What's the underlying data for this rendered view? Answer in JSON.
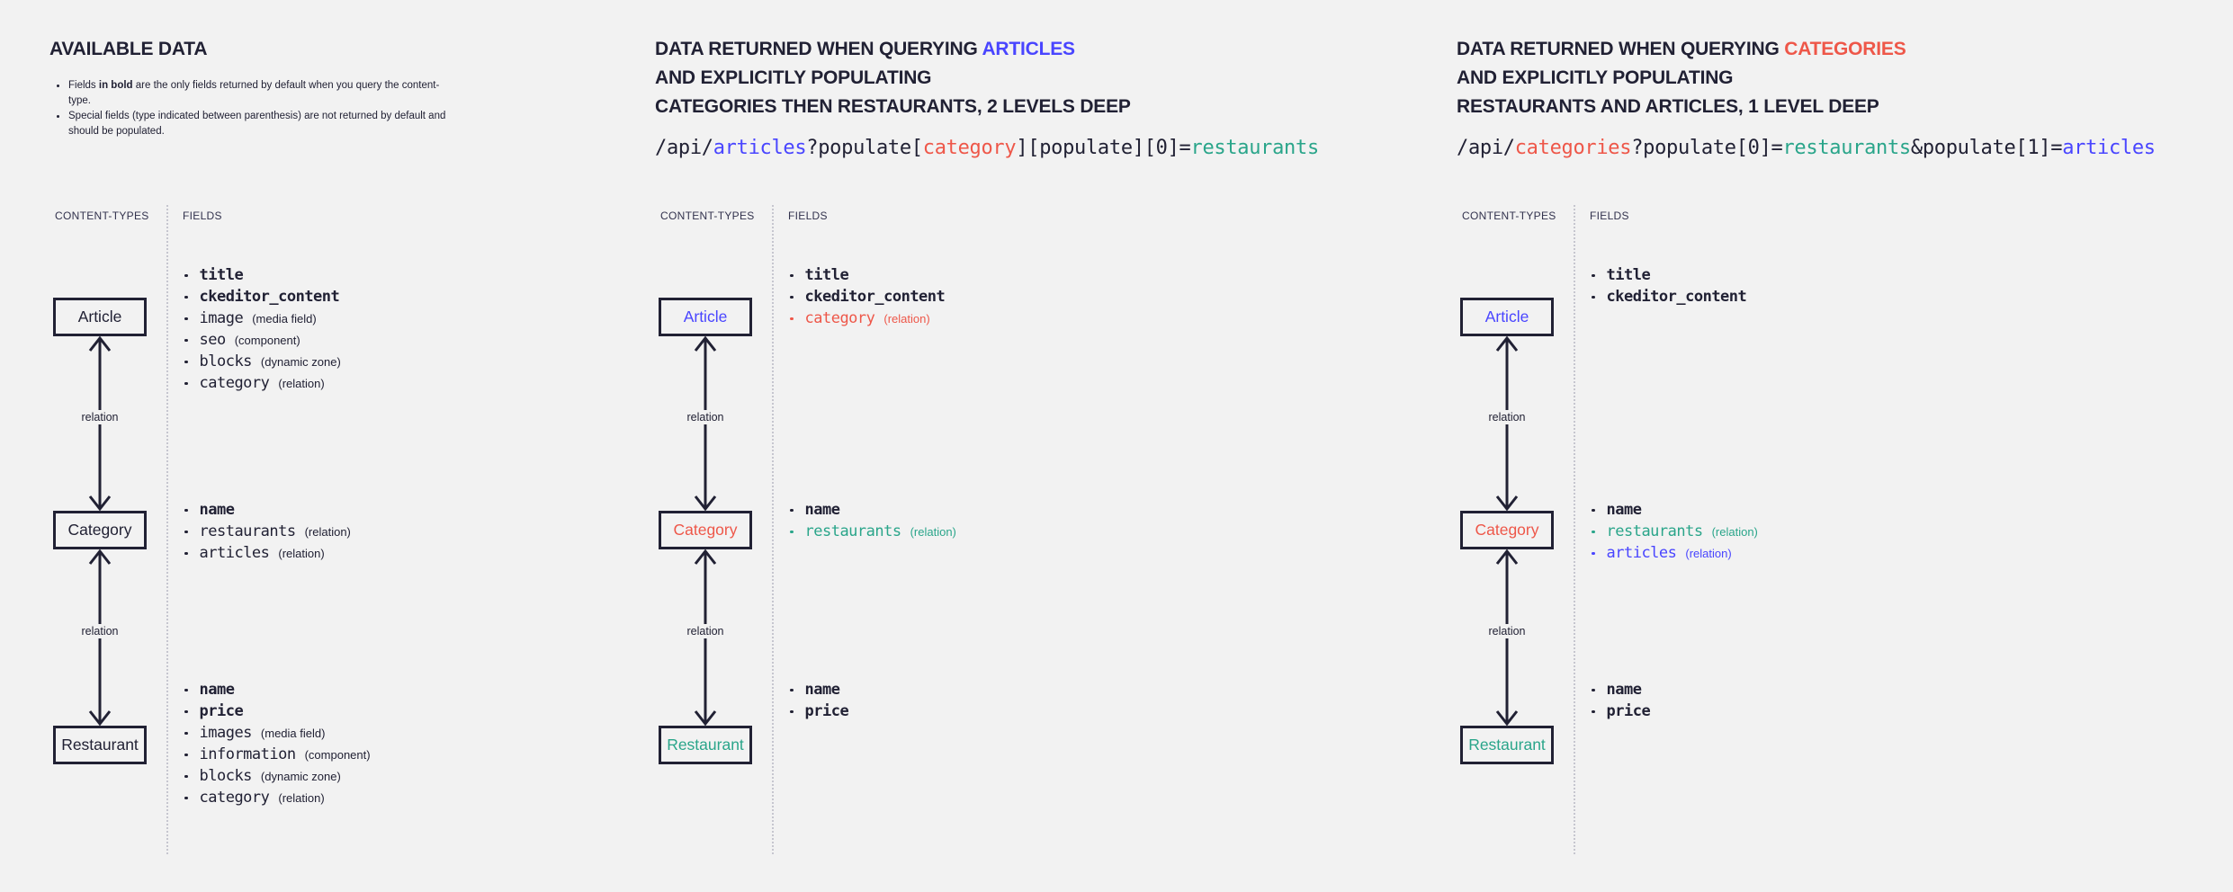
{
  "colors": {
    "background": "#f2f2f2",
    "dark": "#212134",
    "blue": "#4945ff",
    "red": "#ee5749",
    "teal": "#2aa58a",
    "label_gray": "#32324d",
    "separator": "#c6c6cf"
  },
  "relation_label": "relation",
  "diagram_labels": {
    "content_types": "CONTENT-TYPES",
    "fields": "FIELDS"
  },
  "columns": [
    {
      "name": "available-data",
      "title_lines": [
        [
          {
            "t": "AVAILABLE DATA",
            "c": "dark"
          }
        ]
      ],
      "notes": [
        [
          {
            "t": "Fields "
          },
          {
            "t": "in bold",
            "b": true
          },
          {
            "t": " are the only fields returned by default when you query the content-type."
          }
        ],
        [
          {
            "t": "Special fields (type indicated between parenthesis) are not returned by default and should be populated."
          }
        ]
      ],
      "code": null,
      "nodes": [
        {
          "label": "Article",
          "c": "dark",
          "fields": [
            {
              "n": "title",
              "b": true,
              "c": "dark"
            },
            {
              "n": "ckeditor_content",
              "b": true,
              "c": "dark"
            },
            {
              "n": "image",
              "type": "(media field)",
              "c": "dark"
            },
            {
              "n": "seo",
              "type": "(component)",
              "c": "dark"
            },
            {
              "n": "blocks",
              "type": "(dynamic zone)",
              "c": "dark"
            },
            {
              "n": "category",
              "type": "(relation)",
              "c": "dark"
            }
          ]
        },
        {
          "label": "Category",
          "c": "dark",
          "fields": [
            {
              "n": "name",
              "b": true,
              "c": "dark"
            },
            {
              "n": "restaurants",
              "type": "(relation)",
              "c": "dark"
            },
            {
              "n": "articles",
              "type": "(relation)",
              "c": "dark"
            }
          ]
        },
        {
          "label": "Restaurant",
          "c": "dark",
          "fields": [
            {
              "n": "name",
              "b": true,
              "c": "dark"
            },
            {
              "n": "price",
              "b": true,
              "c": "dark"
            },
            {
              "n": "images",
              "type": "(media field)",
              "c": "dark"
            },
            {
              "n": "information",
              "type": "(component)",
              "c": "dark"
            },
            {
              "n": "blocks",
              "type": "(dynamic zone)",
              "c": "dark"
            },
            {
              "n": "category",
              "type": "(relation)",
              "c": "dark"
            }
          ]
        }
      ]
    },
    {
      "name": "query-articles",
      "title_lines": [
        [
          {
            "t": "DATA RETURNED WHEN QUERYING ",
            "c": "dark"
          },
          {
            "t": "ARTICLES",
            "c": "blue"
          }
        ],
        [
          {
            "t": "AND EXPLICITLY POPULATING",
            "c": "dark"
          }
        ],
        [
          {
            "t": "CATEGORIES THEN RESTAURANTS, 2 LEVELS DEEP",
            "c": "dark"
          }
        ]
      ],
      "notes": null,
      "code": [
        {
          "t": "/api/",
          "c": "dark"
        },
        {
          "t": "articles",
          "c": "blue"
        },
        {
          "t": "?populate[",
          "c": "dark"
        },
        {
          "t": "category",
          "c": "red"
        },
        {
          "t": "][populate][0]=",
          "c": "dark"
        },
        {
          "t": "restaurants",
          "c": "teal"
        }
      ],
      "nodes": [
        {
          "label": "Article",
          "c": "blue",
          "fields": [
            {
              "n": "title",
              "b": true,
              "c": "dark"
            },
            {
              "n": "ckeditor_content",
              "b": true,
              "c": "dark"
            },
            {
              "n": "category",
              "type": "(relation)",
              "c": "red"
            }
          ]
        },
        {
          "label": "Category",
          "c": "red",
          "fields": [
            {
              "n": "name",
              "b": true,
              "c": "dark"
            },
            {
              "n": "restaurants",
              "type": "(relation)",
              "c": "teal"
            }
          ]
        },
        {
          "label": "Restaurant",
          "c": "teal",
          "fields": [
            {
              "n": "name",
              "b": true,
              "c": "dark"
            },
            {
              "n": "price",
              "b": true,
              "c": "dark"
            }
          ]
        }
      ]
    },
    {
      "name": "query-categories",
      "title_lines": [
        [
          {
            "t": "DATA RETURNED WHEN QUERYING ",
            "c": "dark"
          },
          {
            "t": "CATEGORIES",
            "c": "red"
          }
        ],
        [
          {
            "t": "AND EXPLICITLY POPULATING",
            "c": "dark"
          }
        ],
        [
          {
            "t": "RESTAURANTS AND ARTICLES, 1 LEVEL DEEP",
            "c": "dark"
          }
        ]
      ],
      "notes": null,
      "code": [
        {
          "t": "/api/",
          "c": "dark"
        },
        {
          "t": "categories",
          "c": "red"
        },
        {
          "t": "?populate[0]=",
          "c": "dark"
        },
        {
          "t": "restaurants",
          "c": "teal"
        },
        {
          "t": "&populate[1]=",
          "c": "dark"
        },
        {
          "t": "articles",
          "c": "blue"
        }
      ],
      "nodes": [
        {
          "label": "Article",
          "c": "blue",
          "fields": [
            {
              "n": "title",
              "b": true,
              "c": "dark"
            },
            {
              "n": "ckeditor_content",
              "b": true,
              "c": "dark"
            }
          ]
        },
        {
          "label": "Category",
          "c": "red",
          "fields": [
            {
              "n": "name",
              "b": true,
              "c": "dark"
            },
            {
              "n": "restaurants",
              "type": "(relation)",
              "c": "teal"
            },
            {
              "n": "articles",
              "type": "(relation)",
              "c": "blue"
            }
          ]
        },
        {
          "label": "Restaurant",
          "c": "teal",
          "fields": [
            {
              "n": "name",
              "b": true,
              "c": "dark"
            },
            {
              "n": "price",
              "b": true,
              "c": "dark"
            }
          ]
        }
      ]
    }
  ]
}
